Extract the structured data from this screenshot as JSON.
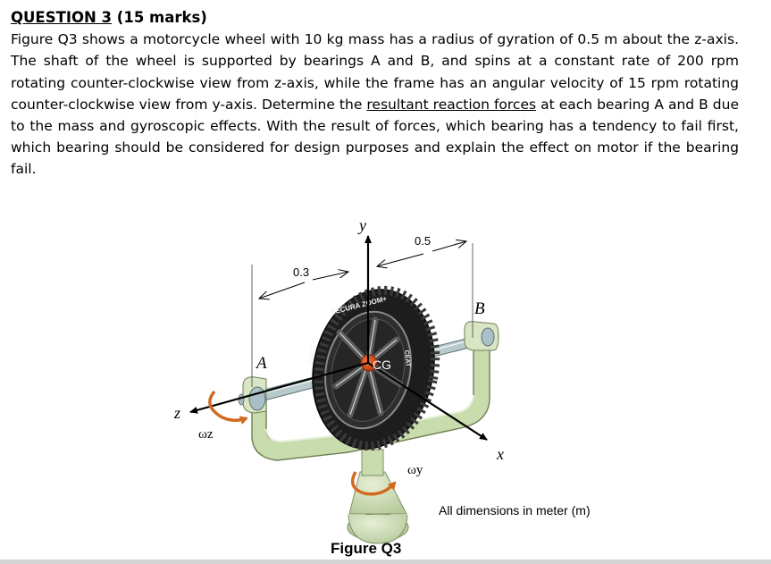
{
  "question": {
    "number_label": "QUESTION 3",
    "marks": "(15 marks)",
    "text_part1": "Figure Q3 shows a motorcycle wheel with 10 kg mass has a radius of gyration of 0.5 m about the z-axis. The shaft of the wheel is supported by bearings A and B, and spins at a constant rate of 200 rpm rotating counter-clockwise view from z-axis, while the frame has an angular velocity of 15 rpm rotating counter-clockwise view from y-axis. Determine the ",
    "underlined_phrase": "resultant reaction forces",
    "text_part2": " at each bearing A and B due to the mass and gyroscopic effects. With the result of forces, which bearing has a tendency to fail first, which bearing should be considered for design purposes and explain the effect on motor if the bearing fail."
  },
  "figure": {
    "caption": "Figure Q3",
    "dimension_note": "All dimensions in meter (m)",
    "axis_y": "y",
    "axis_z": "z",
    "axis_x": "x",
    "dim_left": "0.3",
    "dim_right": "0.5",
    "bearing_a": "A",
    "bearing_b": "B",
    "center_label": "CG",
    "omega_z": "ωz",
    "omega_y": "ωy",
    "tire_brand_top": "SECURA ZOOM+",
    "tire_brand_side": "CEAT"
  },
  "colors": {
    "frame": "#c9dcae",
    "frame_edge": "#6f7f55",
    "shaft": "#b5c8cc",
    "tire": "#1f1f1f",
    "hub": "#e1501a",
    "arrow_orange": "#d2691e"
  }
}
